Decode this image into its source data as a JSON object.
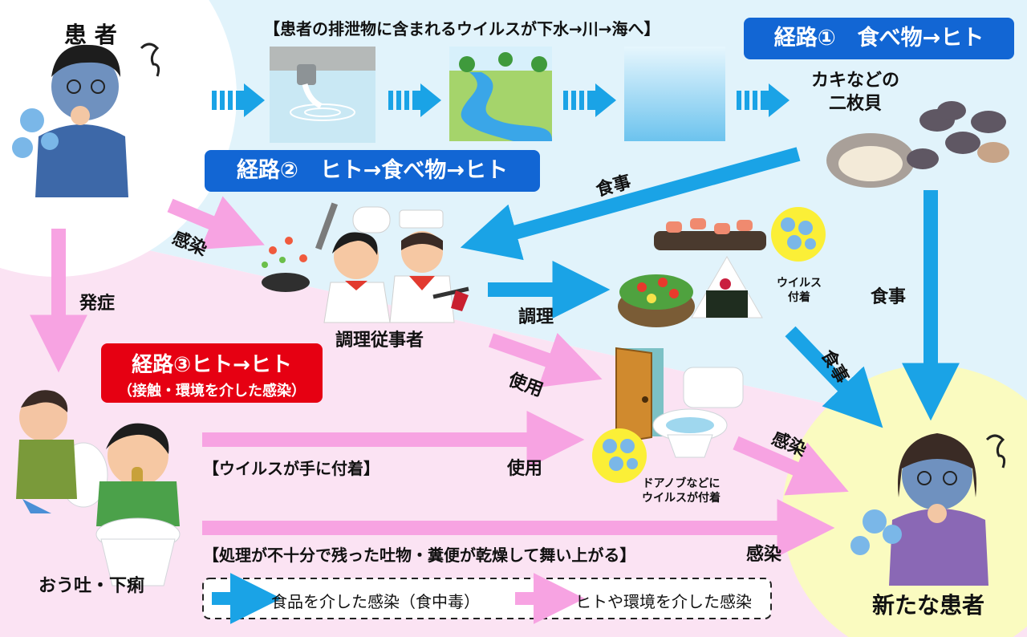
{
  "patient_source": "患 者",
  "sewage_caption": "【患者の排泄物に含まれるウイルスが下水→川→海へ】",
  "route1_label": "経路①　食べ物→ヒト",
  "route2_label": "経路②　ヒト→食べ物→ヒト",
  "route3_label": "経路③ヒト→ヒト",
  "route3_sub": "（接触・環境を介した感染）",
  "shellfish_label": [
    "カキなどの",
    "二枚貝"
  ],
  "labels": {
    "meal_upper": "食事",
    "meal_right": "食事",
    "meal_diag": "食事",
    "infection_upper": "感染",
    "onset": "発症",
    "cooking": "調理",
    "cook_workers": "調理従事者",
    "use_upper": "使用",
    "use_lower": "使用",
    "infection_door": "感染",
    "infection_bottom": "感染",
    "virus_attached": [
      "ウイルス",
      "付着"
    ],
    "doorknob_note": [
      "ドアノブなどに",
      "ウイルスが付着"
    ],
    "hand_caption": "【ウイルスが手に付着】",
    "vomit_caption": "【処理が不十分で残った吐物・糞便が乾燥して舞い上がる】",
    "vomit_diarrhea": "おう吐・下痢",
    "new_patient": "新たな患者"
  },
  "legend": {
    "food": "食品を介した感染（食中毒）",
    "human": "ヒトや環境を介した感染"
  },
  "colors": {
    "food_arrow": "#1aa3e6",
    "human_arrow": "#f7a3e2",
    "route_box_blue": "#1266d4",
    "route_box_red": "#e60012",
    "region_top": "#e1f3fb",
    "region_bottom": "#fbe3f3",
    "new_patient_bg": "#fafbc0"
  }
}
